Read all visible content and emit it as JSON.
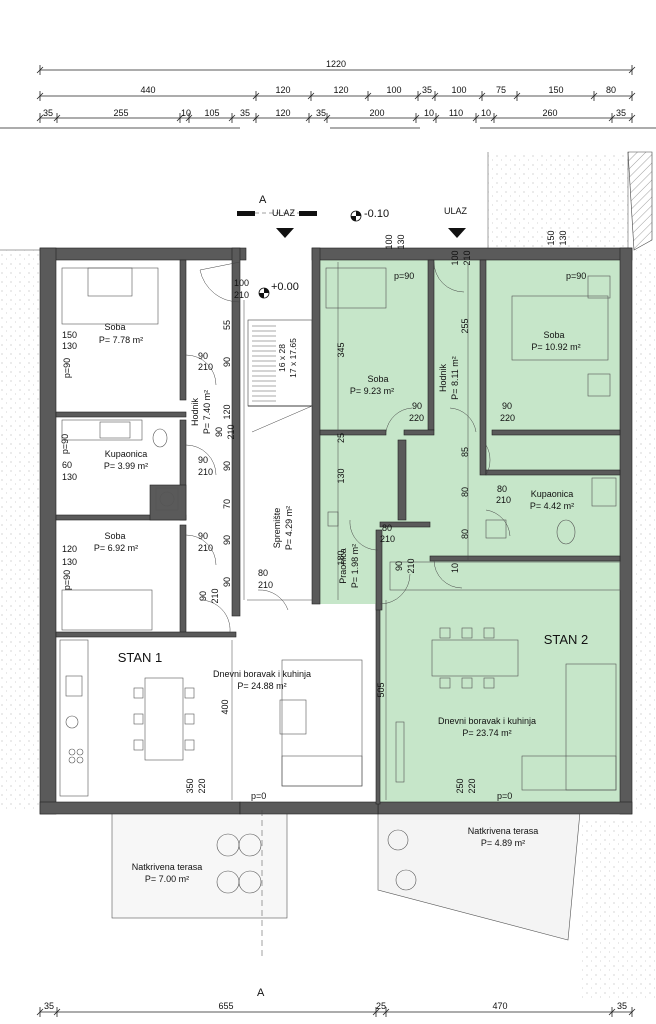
{
  "dimensions": {
    "total": "1220",
    "row2": [
      "440",
      "120",
      "120",
      "100",
      "35",
      "100",
      "75",
      "150",
      "80"
    ],
    "row3": [
      "35",
      "255",
      "10",
      "105",
      "35",
      "120",
      "35",
      "200",
      "10",
      "110",
      "10",
      "260",
      "35"
    ],
    "bottom": [
      "35",
      "655",
      "25",
      "470",
      "35"
    ]
  },
  "section": {
    "top": "A",
    "bottom": "A"
  },
  "entrances": {
    "left": "ULAZ",
    "right": "ULAZ"
  },
  "levels": {
    "upper": "+0.00",
    "lower": "-0.10"
  },
  "apartments": {
    "stan1": "STAN 1",
    "stan2": "STAN 2"
  },
  "rooms": {
    "soba1": {
      "name": "Soba",
      "area": "P= 7.78 m²"
    },
    "hodnik1": {
      "name": "Hodnik",
      "area": "P= 7.40 m²"
    },
    "kupaonica1": {
      "name": "Kupaonica",
      "area": "P= 3.99 m²"
    },
    "soba2": {
      "name": "Soba",
      "area": "P= 6.92 m²"
    },
    "spremiste": {
      "name": "Spremište",
      "area": "P= 4.29 m²"
    },
    "boravak1": {
      "name": "Dnevni boravak i kuhinja",
      "area": "P= 24.88 m²"
    },
    "terasa1": {
      "name": "Natkrivena terasa",
      "area": "P= 7.00 m²"
    },
    "soba3": {
      "name": "Soba",
      "area": "P= 9.23 m²"
    },
    "hodnik2": {
      "name": "Hodnik",
      "area": "P= 8.11 m²"
    },
    "soba4": {
      "name": "Soba",
      "area": "P= 10.92 m²"
    },
    "kupaonica2": {
      "name": "Kupaonica",
      "area": "P= 4.42 m²"
    },
    "praonica": {
      "name": "Praonica",
      "area": "P= 1.98 m²"
    },
    "boravak2": {
      "name": "Dnevni boravak i kuhinja",
      "area": "P= 23.74 m²"
    },
    "terasa2": {
      "name": "Natkrivena terasa",
      "area": "P= 4.89 m²"
    }
  },
  "stairs": {
    "steps": "16 x 28",
    "rise": "17 x 17.65"
  },
  "openings": {
    "d1": "100",
    "d1h": "210",
    "d2": "100",
    "d2h": "130",
    "d3": "100",
    "d3h": "210",
    "d4": "150",
    "d4h": "130",
    "w1": "150",
    "w1h": "130",
    "w2": "60",
    "w2h": "130",
    "w3": "120",
    "w3h": "130",
    "i1": "90",
    "i1h": "210",
    "i2": "90",
    "i2h": "210",
    "i3": "90",
    "i3h": "210",
    "i4": "90",
    "i4h": "210",
    "i5": "80",
    "i5h": "210",
    "i6": "90",
    "i6h": "220",
    "i7": "90",
    "i7h": "220",
    "i8": "80",
    "i8h": "210",
    "i9": "80",
    "i9h": "210",
    "i10": "90",
    "i10h": "210",
    "i11": "90",
    "i11h": "210",
    "t1": "350",
    "t1h": "220",
    "t2": "250",
    "t2h": "220"
  },
  "sill": {
    "s1": "p=90",
    "s2": "p=90",
    "s3": "p=90",
    "s4": "p=90",
    "s5": "p=90",
    "s6": "p=0",
    "s7": "p=0"
  },
  "inner_dims": {
    "a": "55",
    "b": "90",
    "c": "120",
    "d": "90",
    "e": "70",
    "f": "90",
    "g": "90",
    "h": "345",
    "i": "25",
    "j": "130",
    "k": "180",
    "l": "255",
    "m": "85",
    "n": "80",
    "o": "80",
    "p": "10",
    "q": "400",
    "r": "505"
  }
}
